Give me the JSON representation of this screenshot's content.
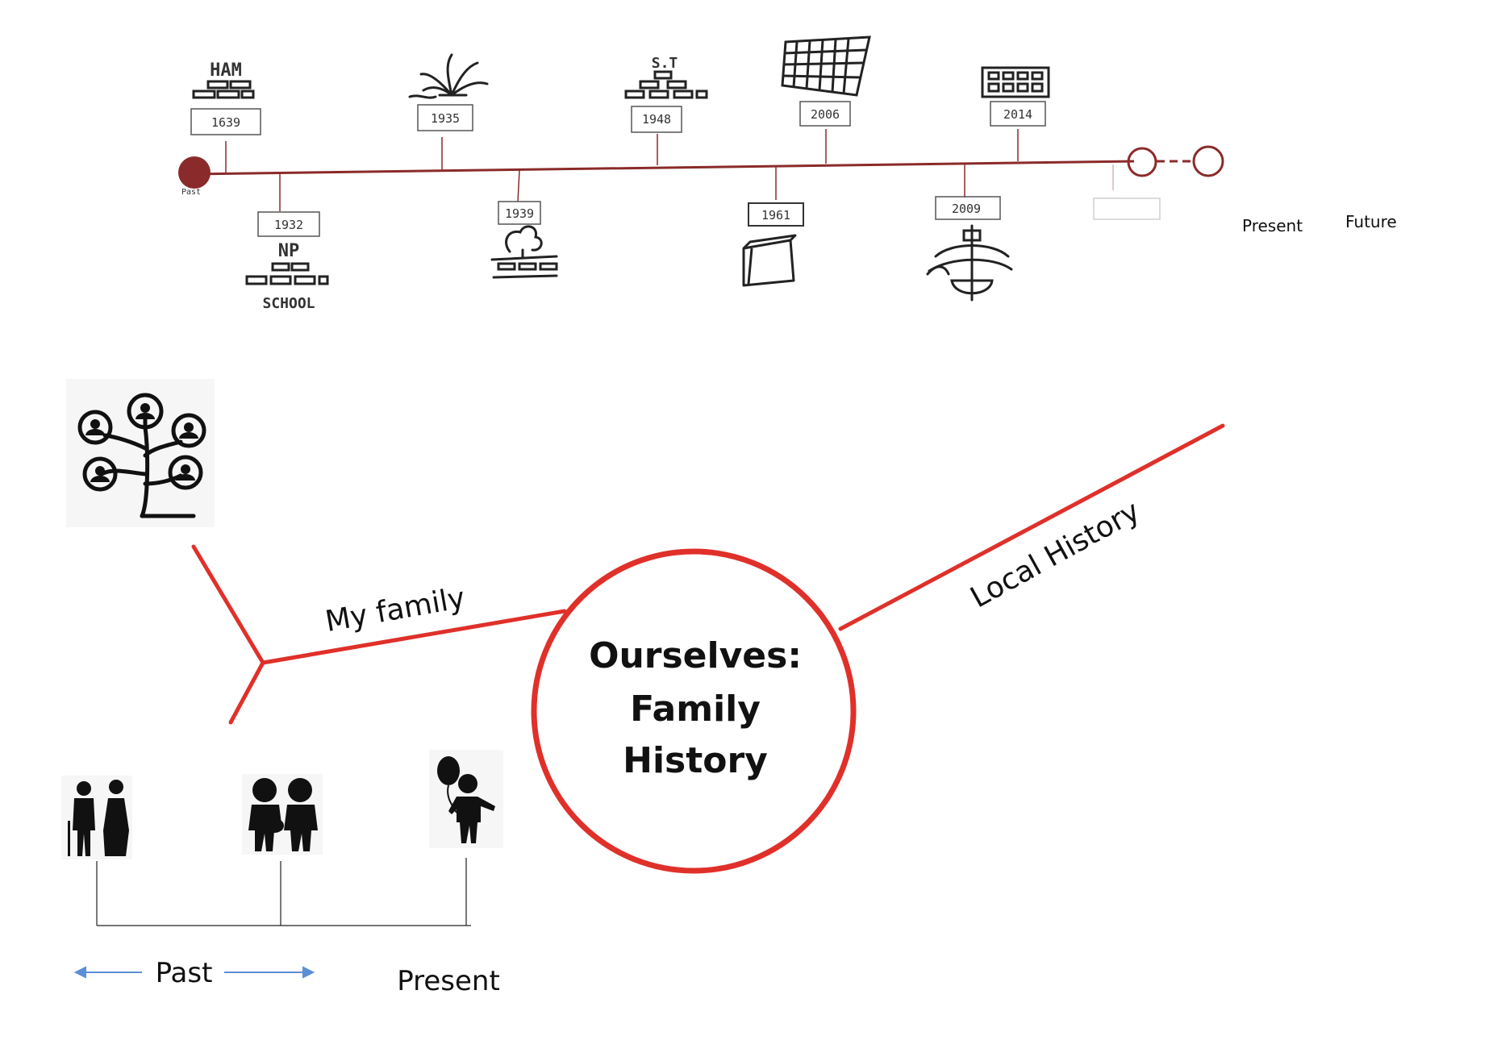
{
  "colors": {
    "timeline": "#8b2a2a",
    "accent": "#e0302a",
    "ink": "#111111",
    "arrow": "#5b8fd6"
  },
  "timeline": {
    "start_label": "Past",
    "present_label": "Present",
    "future_label": "Future",
    "events": [
      {
        "year": "1639",
        "name": "HAM",
        "side": "above",
        "icon": "bricks-icon"
      },
      {
        "year": "1932",
        "name": "NP",
        "caption": "SCHOOL",
        "side": "below",
        "icon": "school-bricks-icon"
      },
      {
        "year": "1935",
        "name": "",
        "side": "above",
        "icon": "fountain-icon"
      },
      {
        "year": "1939",
        "name": "",
        "side": "below",
        "icon": "tree-landscape-icon"
      },
      {
        "year": "1948",
        "name": "S.T",
        "side": "above",
        "icon": "bricks-icon"
      },
      {
        "year": "1961",
        "name": "",
        "side": "below",
        "icon": "book-icon"
      },
      {
        "year": "2006",
        "name": "",
        "side": "above",
        "icon": "grid-building-icon"
      },
      {
        "year": "2009",
        "name": "",
        "side": "below",
        "icon": "ship-icon"
      },
      {
        "year": "2014",
        "name": "",
        "side": "above",
        "icon": "building-icon"
      }
    ]
  },
  "mindmap": {
    "center": [
      "Ourselves:",
      "Family",
      "History"
    ],
    "branch_left": "My family",
    "branch_right": "Local History"
  },
  "family_timeline": {
    "past_label": "Past",
    "present_label": "Present"
  }
}
